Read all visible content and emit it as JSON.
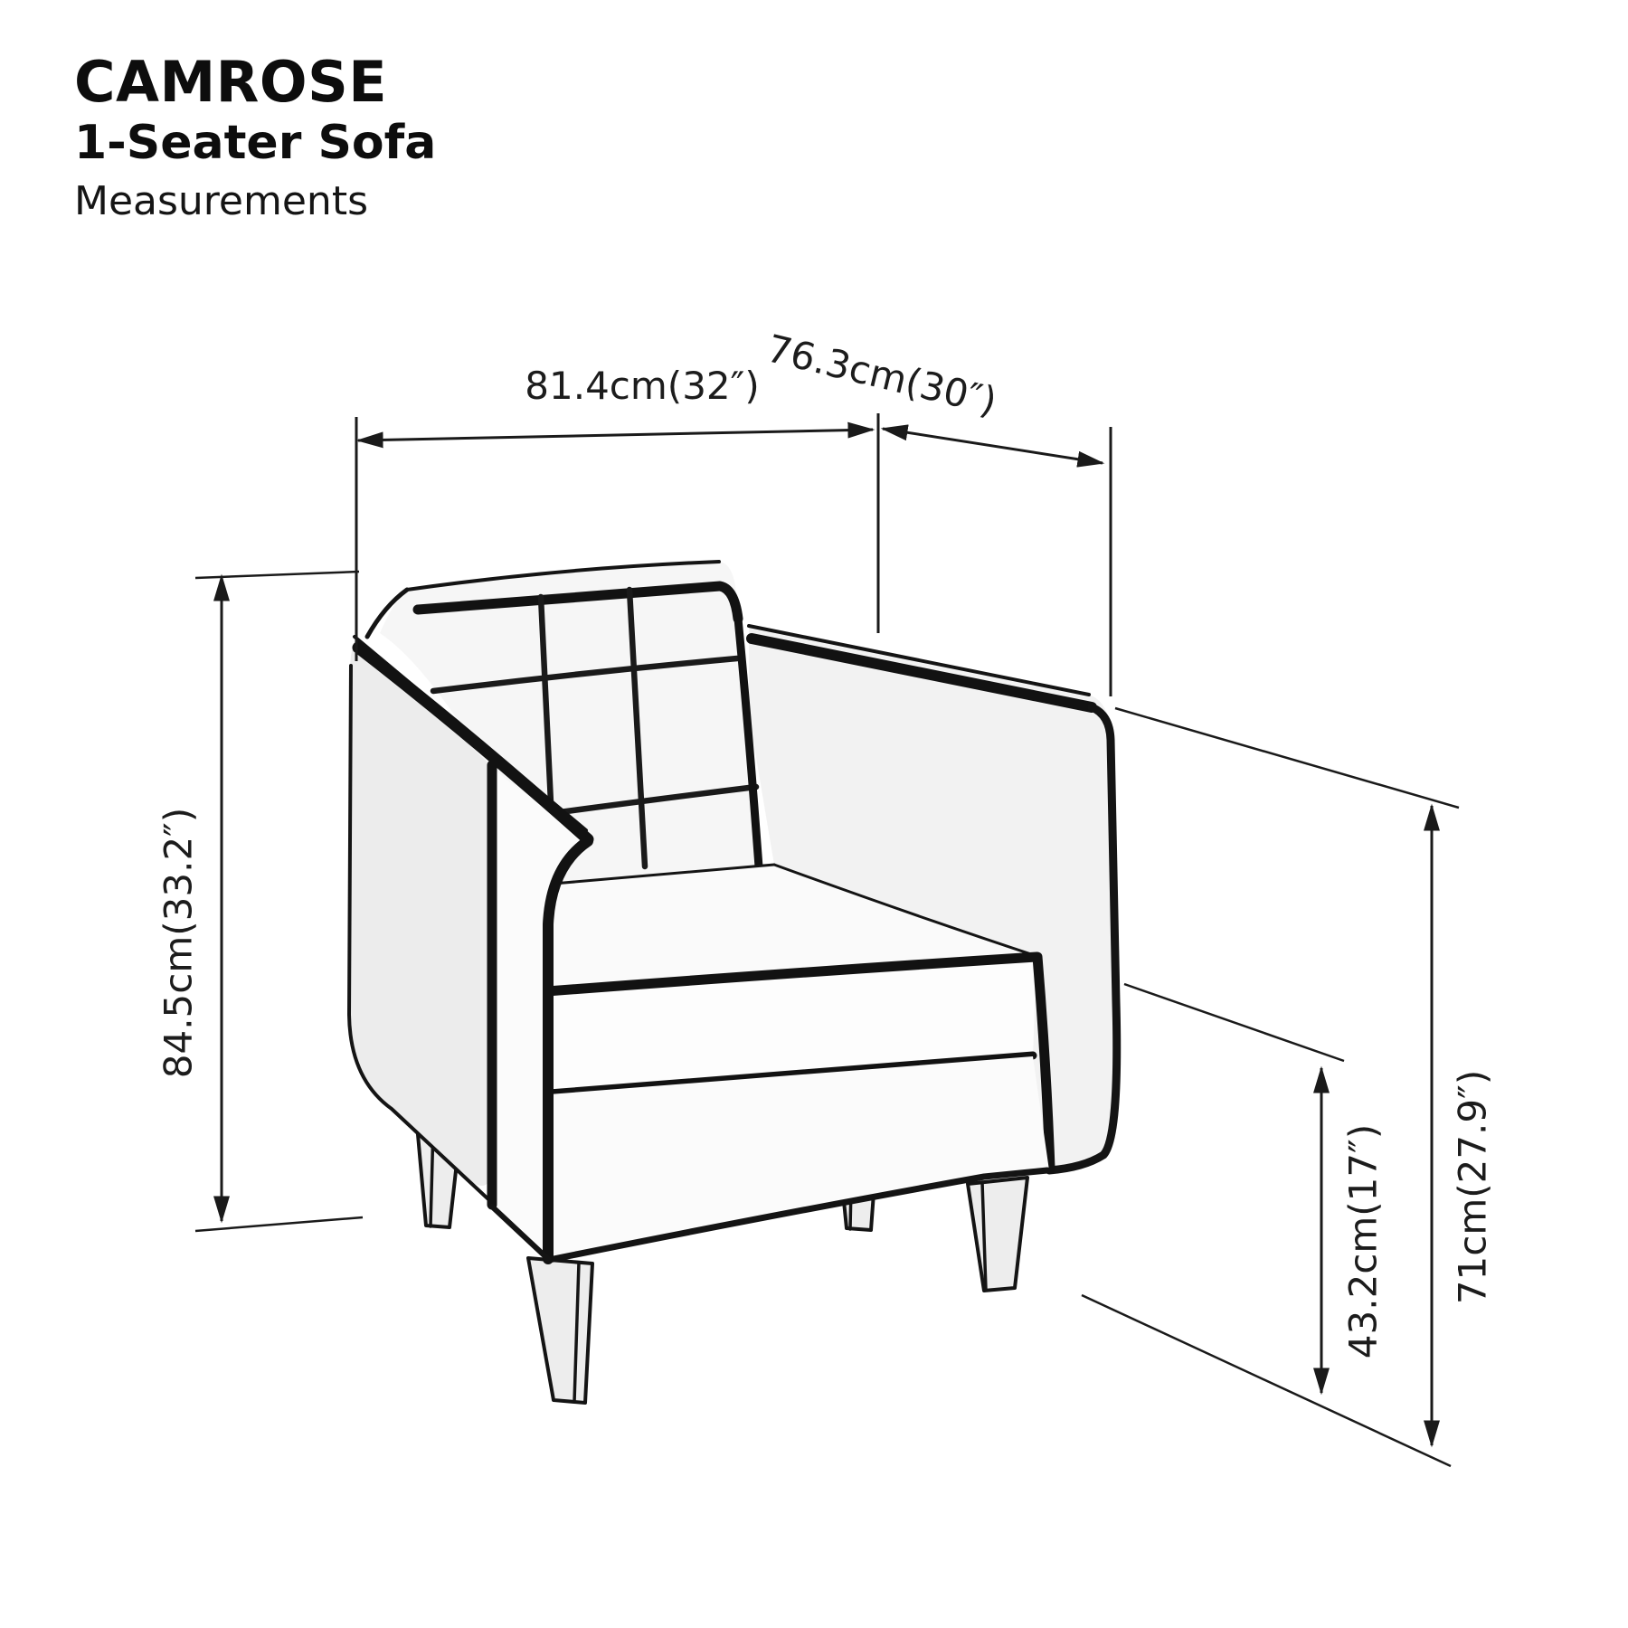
{
  "header": {
    "product_name": "CAMROSE",
    "product_type": "1-Seater Sofa",
    "subtitle": "Measurements"
  },
  "dimensions": {
    "width": {
      "label": "81.4cm(32″)",
      "cm": 81.4,
      "inches": 32
    },
    "depth": {
      "label": "76.3cm(30″)",
      "cm": 76.3,
      "inches": 30
    },
    "height": {
      "label": "84.5cm(33.2″)",
      "cm": 84.5,
      "inches": 33.2
    },
    "seat_height": {
      "label": "43.2cm(17″)",
      "cm": 43.2,
      "inches": 17
    },
    "arm_height": {
      "label": "71cm(27.9″)",
      "cm": 71,
      "inches": 27.9
    }
  },
  "illustration": {
    "subject": "1-seater sofa tufted armchair line drawing",
    "line_color": "#141414",
    "panel_fill": "#ececec",
    "light_fill": "#f7f7f7",
    "accent_color": "#1a1a1a"
  }
}
